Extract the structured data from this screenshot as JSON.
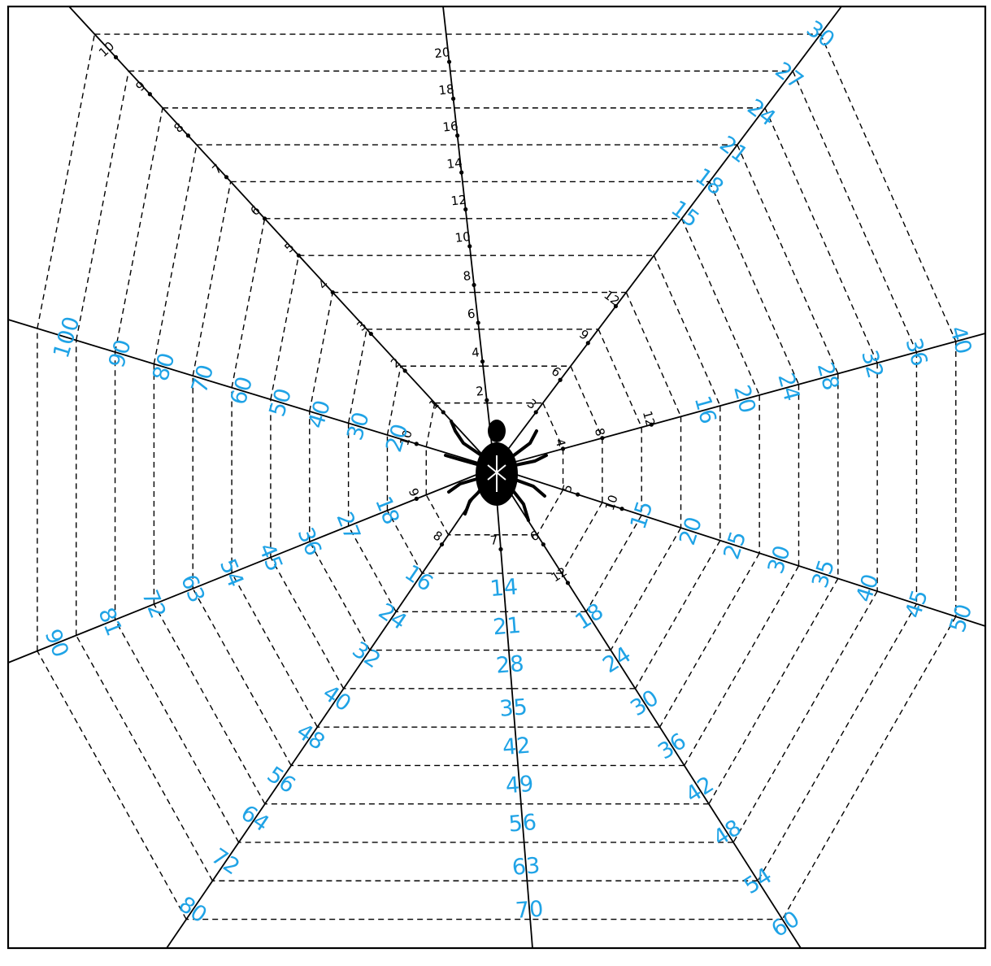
{
  "handwriting_color": "#1fa3e6",
  "ink_color": "#000000",
  "spider_icon": "spider-icon",
  "spokes": [
    {
      "id": "up",
      "numbers": [
        "2",
        "4",
        "6",
        "8",
        "10",
        "12",
        "14",
        "16",
        "18",
        "20"
      ],
      "annotated": false
    },
    {
      "id": "up-right",
      "numbers": [
        "3",
        "6",
        "9",
        "12"
      ],
      "annotated": true,
      "annotations": [
        "15",
        "18",
        "21",
        "24",
        "27",
        "30"
      ]
    },
    {
      "id": "right",
      "numbers": [
        "4",
        "8",
        "12"
      ],
      "annotated": true,
      "annotations": [
        "16",
        "20",
        "24",
        "28",
        "32",
        "36",
        "40"
      ]
    },
    {
      "id": "down-right",
      "numbers": [
        "5",
        "10"
      ],
      "annotated": true,
      "annotations": [
        "15",
        "20",
        "25",
        "30",
        "35",
        "40",
        "45",
        "50"
      ]
    },
    {
      "id": "down-right-steep",
      "numbers": [
        "6",
        "12"
      ],
      "annotated": true,
      "annotations": [
        "18",
        "24",
        "30",
        "36",
        "42",
        "48",
        "54",
        "60"
      ]
    },
    {
      "id": "down",
      "numbers": [
        "7"
      ],
      "annotated": true,
      "annotations": [
        "14",
        "21",
        "28",
        "35",
        "42",
        "49",
        "56",
        "63",
        "70"
      ]
    },
    {
      "id": "down-left",
      "numbers": [
        "8"
      ],
      "annotated": true,
      "annotations": [
        "16",
        "24",
        "32",
        "40",
        "48",
        "56",
        "64",
        "72",
        "80"
      ]
    },
    {
      "id": "left-low",
      "numbers": [
        "9"
      ],
      "annotated": true,
      "annotations": [
        "18",
        "27",
        "36",
        "45",
        "54",
        "63",
        "72",
        "81",
        "90"
      ]
    },
    {
      "id": "left-high",
      "numbers": [
        "10"
      ],
      "annotated": true,
      "annotations": [
        "20",
        "30",
        "40",
        "50",
        "60",
        "70",
        "80",
        "90",
        "100"
      ]
    },
    {
      "id": "up-left",
      "numbers": [
        "1",
        "2",
        "3",
        "4",
        "5",
        "6",
        "7",
        "8",
        "9",
        "10"
      ],
      "annotated": false
    }
  ]
}
